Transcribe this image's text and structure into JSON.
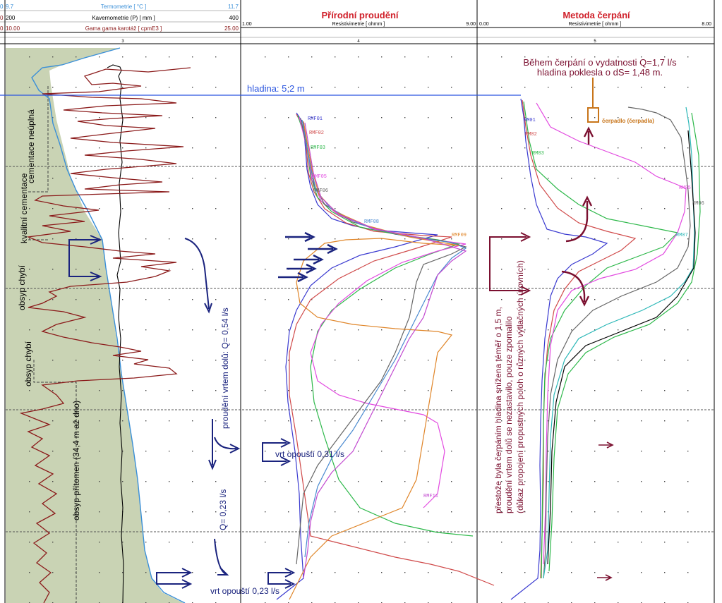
{
  "header": {
    "track1_rows": [
      {
        "min": "9.7",
        "label": "Termometrie [ °C ]",
        "max": "11.7",
        "color": "#3a8fd8"
      },
      {
        "min": "200",
        "label": "Kavernometrie (P) [ mm ]",
        "max": "400",
        "color": "#000000"
      },
      {
        "min": "10.00",
        "label": "Gama gama karotáž [ cpmE3 ]",
        "max": "25.00",
        "color": "#8b1a1a"
      }
    ],
    "track2": {
      "title": "Přírodní proudění",
      "axis_label": "Resistivimetrie [ ohmm ]",
      "min": "1.00",
      "max": "9.00"
    },
    "track3": {
      "title": "Metoda čerpání",
      "axis_label": "Resistivimetrie [ ohmm ]",
      "min": "0.00",
      "max": "8.00"
    },
    "track_numbers": [
      "3",
      "4",
      "5"
    ],
    "edge_marks": [
      "0",
      "0",
      "0"
    ]
  },
  "annotations": {
    "water_level": "hladina: 5,2 m",
    "zone_labels": [
      "cementace neúplná",
      "kvalitní cementace",
      "obsyp chybí",
      "obsyp chybí",
      "obsyp přítomen (34,4 m až dno)"
    ],
    "flow_down": "proudění vrtem dolů: Q= 0,54 l/s",
    "q_023": "Q= 0,23 l/s",
    "exit_031": "vrt opouští 0,31 l/s",
    "exit_023": "vrt opouští 0,23 l/s",
    "pump_note_line1": "Během čerpání o vydatnosti Q=1,7 l/s",
    "pump_note_line2": "hladina poklesla o dS= 1,48 m.",
    "pump_label": "čerpadlo (čerpadla)",
    "pump_vertical_note": [
      "přestože byla čerpáním hladina snížena téměř o 1,5 m,",
      "proudění vrtem dolů se nezastavilo, pouze zpomalilo",
      "(důkaz propojení propustných poloh o různých výtlačných úrovních)"
    ]
  },
  "colors": {
    "shade": "#c9d3b4",
    "temp": "#3a8fd8",
    "caliper": "#000000",
    "gamma": "#8b1a1a",
    "water": "#2a55e0",
    "flow_arrow": "#1a237e",
    "pump_arrow": "#7b1030",
    "pump": "#c8751a",
    "grid": "#555555"
  },
  "chart_data": [
    {
      "type": "line",
      "title": "",
      "series": [
        {
          "name": "Termometrie [ °C ]",
          "unit": "°C",
          "range": [
            9.7,
            11.7
          ]
        },
        {
          "name": "Kavernometrie (P) [ mm ]",
          "unit": "mm",
          "range": [
            200,
            400
          ]
        },
        {
          "name": "Gama gama karotáž [ cpmE3 ]",
          "unit": "cpmE3",
          "range": [
            10.0,
            25.0
          ]
        }
      ]
    },
    {
      "type": "line",
      "title": "Přírodní proudění",
      "xlabel": "Resistivimetrie [ ohmm ]",
      "xlim": [
        1.0,
        9.0
      ],
      "series": [
        {
          "name": "RMF01",
          "color": "#3a3ad0"
        },
        {
          "name": "RMF02",
          "color": "#d04a4a"
        },
        {
          "name": "RMF03",
          "color": "#2db84a"
        },
        {
          "name": "RMF05",
          "color": "#e24ae0"
        },
        {
          "name": "RMF06",
          "color": "#666666"
        },
        {
          "name": "RMF08",
          "color": "#4a8ad0"
        },
        {
          "name": "RMF09",
          "color": "#e0862a"
        },
        {
          "name": "RMF11",
          "color": "#c24ad0"
        }
      ]
    },
    {
      "type": "line",
      "title": "Metoda čerpání",
      "xlabel": "Resistivimetrie [ ohmm ]",
      "xlim": [
        0.0,
        8.0
      ],
      "series": [
        {
          "name": "RM01",
          "color": "#3a3ad0"
        },
        {
          "name": "RM02",
          "color": "#d04a4a"
        },
        {
          "name": "RM03",
          "color": "#2db84a"
        },
        {
          "name": "RM05",
          "color": "#e24ae0"
        },
        {
          "name": "RM06",
          "color": "#666666"
        },
        {
          "name": "RM07",
          "color": "#2db8b8"
        }
      ]
    }
  ]
}
